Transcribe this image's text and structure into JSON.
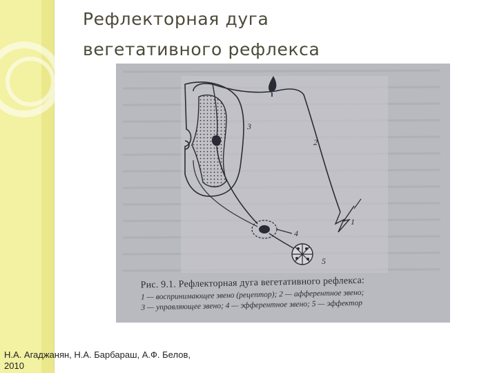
{
  "slide": {
    "title_line1": "Рефлекторная дуга",
    "title_line2": "вегетативного рефлекса",
    "authors": "Н.А. Агаджанян, Н.А. Барбараш, А.Ф. Белов,",
    "year": "2010"
  },
  "figure": {
    "caption_title": "Рис. 9.1. Рефлекторная дуга вегетативного рефлекса:",
    "caption_line1": "1 — воспринимающее звено (рецептор); 2 — афферентное звено;",
    "caption_line2": "3 — управляющее звено; 4 — эфферентное звено; 5 — эффектор",
    "labels": {
      "l1": "1",
      "l2": "2",
      "l3": "3",
      "l4": "4",
      "l5": "5"
    }
  },
  "colors": {
    "accent_strip": "#f3f1a2",
    "photo_bg": "#b9b9c0",
    "ink": "#2b2b35",
    "title": "#4c4a3a"
  }
}
